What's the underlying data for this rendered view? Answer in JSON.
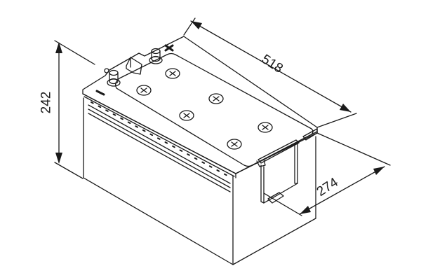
{
  "diagram": {
    "subject": "Truck battery isometric dimension drawing",
    "line_color": "#1a1a1a",
    "background": "#ffffff",
    "dimensions": {
      "height": {
        "value": "242",
        "orientation": "vertical, left side"
      },
      "length": {
        "value": "518",
        "orientation": "along top back edge"
      },
      "width": {
        "value": "274",
        "orientation": "along right side edge"
      }
    },
    "terminals": {
      "positive_symbol": "+",
      "negative_symbol": "−"
    },
    "cell_caps_count": 6
  }
}
